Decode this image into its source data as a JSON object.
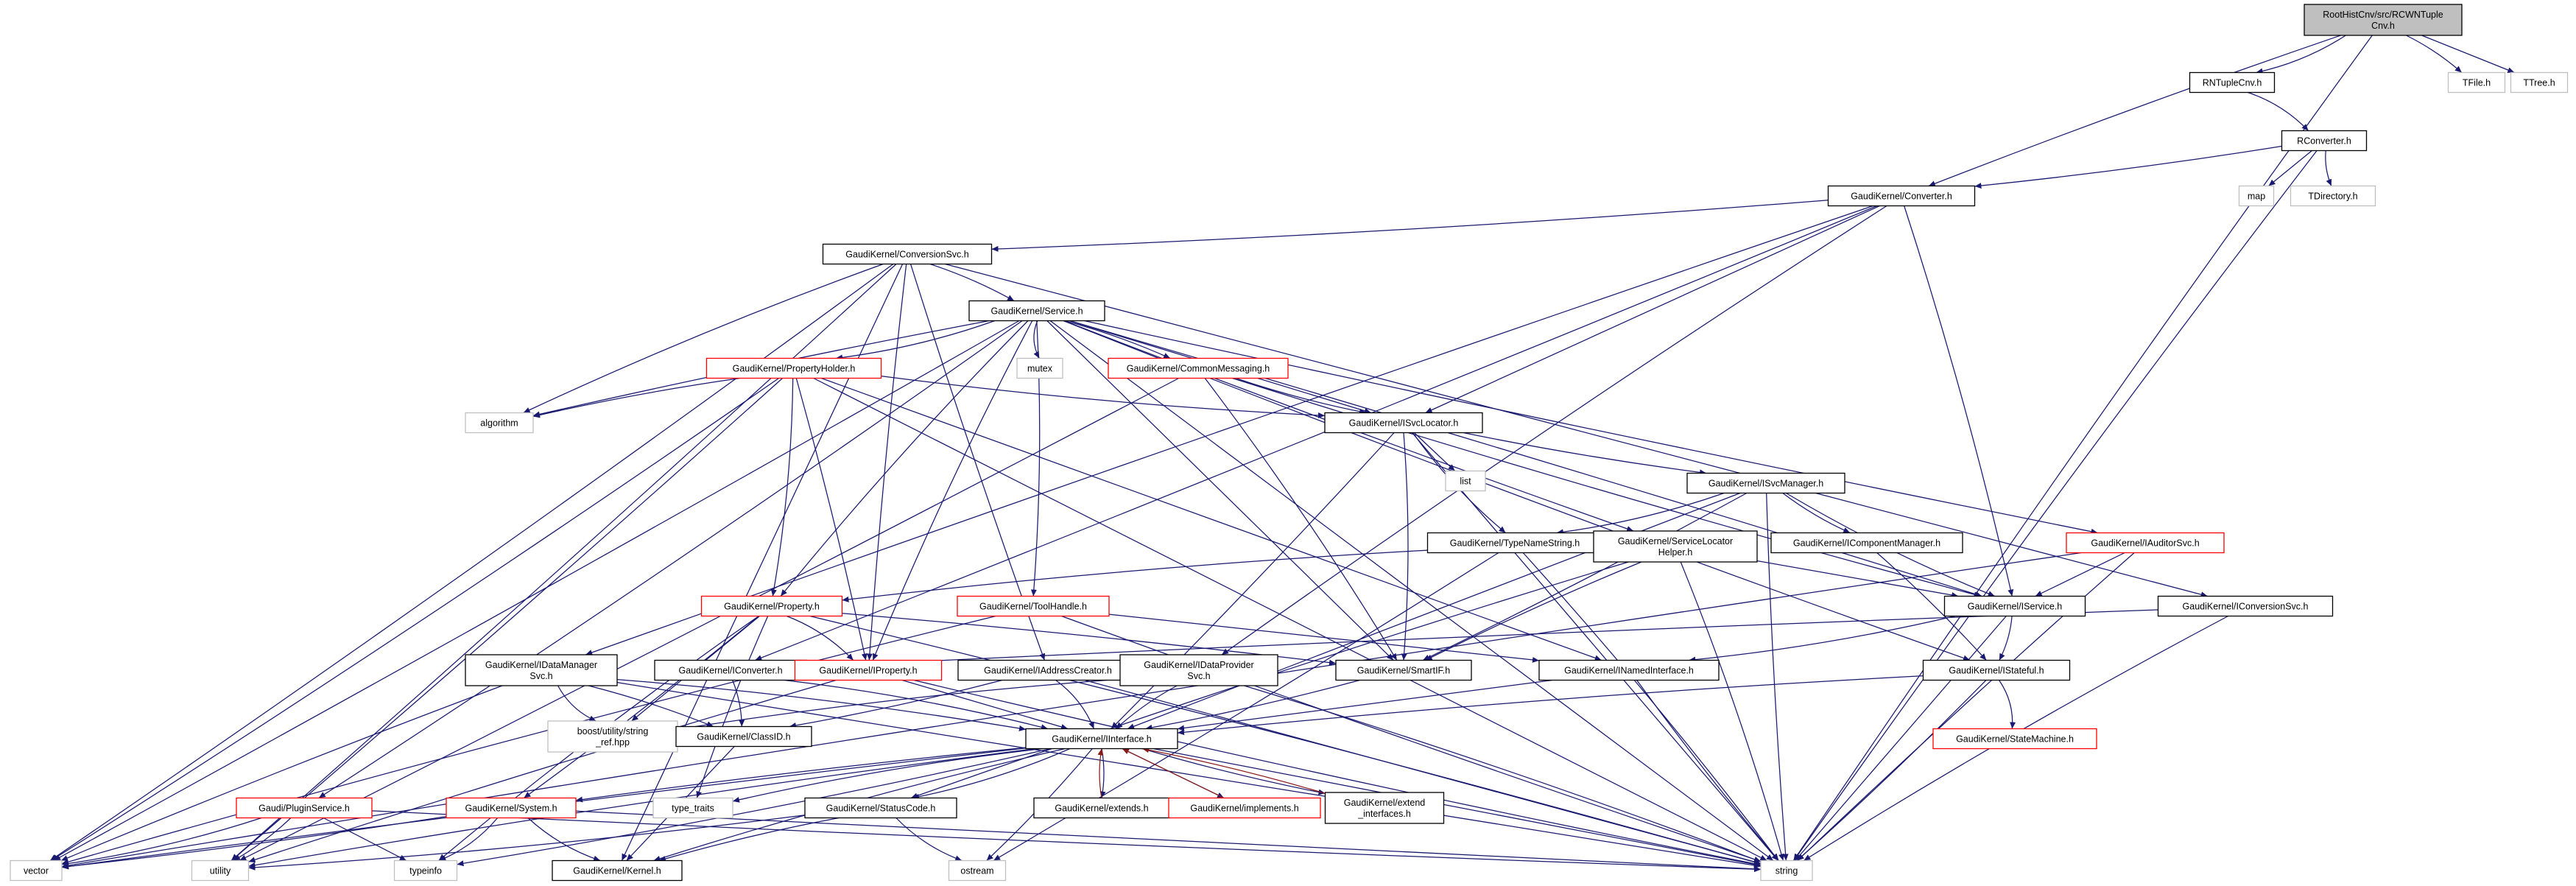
{
  "colors": {
    "background": "#ffffff",
    "edge_include": "#191970",
    "edge_inherit": "#8b1a1a",
    "node_border": "#000000",
    "node_border_truncated": "#ff0000",
    "node_border_external": "#bfbfbf",
    "node_fill_root": "#bfbfbf",
    "node_text": "#000000",
    "node_text_external": "#000000"
  },
  "nodes": [
    {
      "id": "root",
      "lines": [
        "RootHistCnv/src/RCWNTuple",
        "Cnv.h"
      ],
      "kind": "root"
    },
    {
      "id": "rntuple",
      "lines": [
        "RNTupleCnv.h"
      ],
      "kind": "normal"
    },
    {
      "id": "tfile",
      "lines": [
        "TFile.h"
      ],
      "kind": "external"
    },
    {
      "id": "ttree",
      "lines": [
        "TTree.h"
      ],
      "kind": "external"
    },
    {
      "id": "rconverter",
      "lines": [
        "RConverter.h"
      ],
      "kind": "normal"
    },
    {
      "id": "map",
      "lines": [
        "map"
      ],
      "kind": "external"
    },
    {
      "id": "tdirectory",
      "lines": [
        "TDirectory.h"
      ],
      "kind": "external"
    },
    {
      "id": "converter",
      "lines": [
        "GaudiKernel/Converter.h"
      ],
      "kind": "normal"
    },
    {
      "id": "conversionsvc",
      "lines": [
        "GaudiKernel/ConversionSvc.h"
      ],
      "kind": "normal"
    },
    {
      "id": "service",
      "lines": [
        "GaudiKernel/Service.h"
      ],
      "kind": "normal"
    },
    {
      "id": "mutex",
      "lines": [
        "mutex"
      ],
      "kind": "external"
    },
    {
      "id": "propertyholder",
      "lines": [
        "GaudiKernel/PropertyHolder.h"
      ],
      "kind": "truncated"
    },
    {
      "id": "commonmessaging",
      "lines": [
        "GaudiKernel/CommonMessaging.h"
      ],
      "kind": "truncated"
    },
    {
      "id": "algorithm",
      "lines": [
        "algorithm"
      ],
      "kind": "external"
    },
    {
      "id": "isvclocator",
      "lines": [
        "GaudiKernel/ISvcLocator.h"
      ],
      "kind": "normal"
    },
    {
      "id": "list",
      "lines": [
        "list"
      ],
      "kind": "external"
    },
    {
      "id": "isvcmanager",
      "lines": [
        "GaudiKernel/ISvcManager.h"
      ],
      "kind": "normal"
    },
    {
      "id": "typenamestring",
      "lines": [
        "GaudiKernel/TypeNameString.h"
      ],
      "kind": "normal"
    },
    {
      "id": "servicelocatorhelper",
      "lines": [
        "GaudiKernel/ServiceLocator",
        "Helper.h"
      ],
      "kind": "normal"
    },
    {
      "id": "icomponentmanager",
      "lines": [
        "GaudiKernel/IComponentManager.h"
      ],
      "kind": "normal"
    },
    {
      "id": "iauditorsvc",
      "lines": [
        "GaudiKernel/IAuditorSvc.h"
      ],
      "kind": "truncated"
    },
    {
      "id": "property",
      "lines": [
        "GaudiKernel/Property.h"
      ],
      "kind": "truncated"
    },
    {
      "id": "toolhandle",
      "lines": [
        "GaudiKernel/ToolHandle.h"
      ],
      "kind": "truncated"
    },
    {
      "id": "iservice",
      "lines": [
        "GaudiKernel/IService.h"
      ],
      "kind": "normal"
    },
    {
      "id": "iconversionsvc",
      "lines": [
        "GaudiKernel/IConversionSvc.h"
      ],
      "kind": "normal"
    },
    {
      "id": "idatamanagersvc",
      "lines": [
        "GaudiKernel/IDataManager",
        "Svc.h"
      ],
      "kind": "normal"
    },
    {
      "id": "iconverter",
      "lines": [
        "GaudiKernel/IConverter.h"
      ],
      "kind": "normal"
    },
    {
      "id": "iproperty",
      "lines": [
        "GaudiKernel/IProperty.h"
      ],
      "kind": "truncated"
    },
    {
      "id": "iaddresscreator",
      "lines": [
        "GaudiKernel/IAddressCreator.h"
      ],
      "kind": "normal"
    },
    {
      "id": "idataprovidersvc",
      "lines": [
        "GaudiKernel/IDataProvider",
        "Svc.h"
      ],
      "kind": "normal"
    },
    {
      "id": "smartif",
      "lines": [
        "GaudiKernel/SmartIF.h"
      ],
      "kind": "normal"
    },
    {
      "id": "inamedinterface",
      "lines": [
        "GaudiKernel/INamedInterface.h"
      ],
      "kind": "normal"
    },
    {
      "id": "istateful",
      "lines": [
        "GaudiKernel/IStateful.h"
      ],
      "kind": "normal"
    },
    {
      "id": "boostref",
      "lines": [
        "boost/utility/string",
        "_ref.hpp"
      ],
      "kind": "external"
    },
    {
      "id": "classid",
      "lines": [
        "GaudiKernel/ClassID.h"
      ],
      "kind": "normal"
    },
    {
      "id": "iinterface",
      "lines": [
        "GaudiKernel/IInterface.h"
      ],
      "kind": "normal"
    },
    {
      "id": "statemachine",
      "lines": [
        "GaudiKernel/StateMachine.h"
      ],
      "kind": "truncated"
    },
    {
      "id": "pluginservice",
      "lines": [
        "Gaudi/PluginService.h"
      ],
      "kind": "truncated"
    },
    {
      "id": "system",
      "lines": [
        "GaudiKernel/System.h"
      ],
      "kind": "truncated"
    },
    {
      "id": "typetraits",
      "lines": [
        "type_traits"
      ],
      "kind": "external"
    },
    {
      "id": "statuscode",
      "lines": [
        "GaudiKernel/StatusCode.h"
      ],
      "kind": "normal"
    },
    {
      "id": "extends",
      "lines": [
        "GaudiKernel/extends.h"
      ],
      "kind": "normal"
    },
    {
      "id": "implements",
      "lines": [
        "GaudiKernel/implements.h"
      ],
      "kind": "truncated"
    },
    {
      "id": "extendinterfaces",
      "lines": [
        "GaudiKernel/extend",
        "_interfaces.h"
      ],
      "kind": "normal"
    },
    {
      "id": "vector",
      "lines": [
        "vector"
      ],
      "kind": "external"
    },
    {
      "id": "utility",
      "lines": [
        "utility"
      ],
      "kind": "external"
    },
    {
      "id": "typeinfo",
      "lines": [
        "typeinfo"
      ],
      "kind": "external"
    },
    {
      "id": "kernel",
      "lines": [
        "GaudiKernel/Kernel.h"
      ],
      "kind": "normal"
    },
    {
      "id": "ostream",
      "lines": [
        "ostream"
      ],
      "kind": "external"
    },
    {
      "id": "string",
      "lines": [
        "string"
      ],
      "kind": "external"
    }
  ],
  "edges": [
    [
      "root",
      "rntuple"
    ],
    [
      "root",
      "tfile"
    ],
    [
      "root",
      "ttree"
    ],
    [
      "root",
      "converter"
    ],
    [
      "root",
      "string"
    ],
    [
      "rntuple",
      "rconverter"
    ],
    [
      "rconverter",
      "converter"
    ],
    [
      "rconverter",
      "map"
    ],
    [
      "rconverter",
      "tdirectory"
    ],
    [
      "rconverter",
      "string"
    ],
    [
      "converter",
      "conversionsvc"
    ],
    [
      "converter",
      "iconverter"
    ],
    [
      "converter",
      "isvclocator"
    ],
    [
      "converter",
      "idatamanagersvc"
    ],
    [
      "converter",
      "idataprovidersvc"
    ],
    [
      "converter",
      "iservice"
    ],
    [
      "conversionsvc",
      "service"
    ],
    [
      "conversionsvc",
      "iconversionsvc"
    ],
    [
      "conversionsvc",
      "iaddresscreator"
    ],
    [
      "conversionsvc",
      "algorithm"
    ],
    [
      "conversionsvc",
      "vector"
    ],
    [
      "conversionsvc",
      "utility"
    ],
    [
      "conversionsvc",
      "kernel"
    ],
    [
      "conversionsvc",
      "iproperty"
    ],
    [
      "service",
      "mutex"
    ],
    [
      "service",
      "propertyholder"
    ],
    [
      "service",
      "commonmessaging"
    ],
    [
      "service",
      "isvclocator"
    ],
    [
      "service",
      "iauditorsvc"
    ],
    [
      "service",
      "property"
    ],
    [
      "service",
      "toolhandle"
    ],
    [
      "service",
      "iservice"
    ],
    [
      "service",
      "smartif"
    ],
    [
      "service",
      "servicelocatorhelper"
    ],
    [
      "service",
      "istateful"
    ],
    [
      "service",
      "pluginservice"
    ],
    [
      "service",
      "vector"
    ],
    [
      "service",
      "string"
    ],
    [
      "service",
      "algorithm"
    ],
    [
      "service",
      "iproperty"
    ],
    [
      "propertyholder",
      "property"
    ],
    [
      "propertyholder",
      "iproperty"
    ],
    [
      "propertyholder",
      "inamedinterface"
    ],
    [
      "propertyholder",
      "algorithm"
    ],
    [
      "propertyholder",
      "isvclocator"
    ],
    [
      "propertyholder",
      "vector"
    ],
    [
      "propertyholder",
      "utility"
    ],
    [
      "propertyholder",
      "string"
    ],
    [
      "commonmessaging",
      "isvclocator"
    ],
    [
      "commonmessaging",
      "iservice"
    ],
    [
      "commonmessaging",
      "smartif"
    ],
    [
      "commonmessaging",
      "utility"
    ],
    [
      "isvclocator",
      "list"
    ],
    [
      "isvclocator",
      "isvcmanager"
    ],
    [
      "isvclocator",
      "typenamestring"
    ],
    [
      "isvclocator",
      "smartif"
    ],
    [
      "isvclocator",
      "iinterface"
    ],
    [
      "isvclocator",
      "string"
    ],
    [
      "isvcmanager",
      "icomponentmanager"
    ],
    [
      "isvcmanager",
      "iservice"
    ],
    [
      "isvcmanager",
      "typenamestring"
    ],
    [
      "isvcmanager",
      "smartif"
    ],
    [
      "isvcmanager",
      "iinterface"
    ],
    [
      "isvcmanager",
      "string"
    ],
    [
      "typenamestring",
      "property"
    ],
    [
      "typenamestring",
      "string"
    ],
    [
      "typenamestring",
      "ostream"
    ],
    [
      "servicelocatorhelper",
      "iservice"
    ],
    [
      "servicelocatorhelper",
      "smartif"
    ],
    [
      "servicelocatorhelper",
      "statuscode"
    ],
    [
      "servicelocatorhelper",
      "string"
    ],
    [
      "icomponentmanager",
      "istateful"
    ],
    [
      "iauditorsvc",
      "iservice"
    ],
    [
      "iauditorsvc",
      "string"
    ],
    [
      "iauditorsvc",
      "vector"
    ],
    [
      "property",
      "iproperty"
    ],
    [
      "property",
      "smartif"
    ],
    [
      "property",
      "boostref"
    ],
    [
      "property",
      "typetraits"
    ],
    [
      "property",
      "typeinfo"
    ],
    [
      "property",
      "string"
    ],
    [
      "property",
      "system"
    ],
    [
      "toolhandle",
      "inamedinterface"
    ],
    [
      "toolhandle",
      "string"
    ],
    [
      "toolhandle",
      "vector"
    ],
    [
      "iservice",
      "inamedinterface"
    ],
    [
      "iservice",
      "istateful"
    ],
    [
      "iservice",
      "string"
    ],
    [
      "iconversionsvc",
      "iconverter"
    ],
    [
      "iconversionsvc",
      "string"
    ],
    [
      "idatamanagersvc",
      "iinterface"
    ],
    [
      "idatamanagersvc",
      "classid"
    ],
    [
      "idatamanagersvc",
      "string"
    ],
    [
      "idatamanagersvc",
      "vector"
    ],
    [
      "idatamanagersvc",
      "boostref"
    ],
    [
      "iconverter",
      "iinterface"
    ],
    [
      "iconverter",
      "classid"
    ],
    [
      "iproperty",
      "iinterface"
    ],
    [
      "iproperty",
      "utility"
    ],
    [
      "iproperty",
      "string"
    ],
    [
      "iaddresscreator",
      "iinterface"
    ],
    [
      "iaddresscreator",
      "classid"
    ],
    [
      "iaddresscreator",
      "string"
    ],
    [
      "idataprovidersvc",
      "iinterface"
    ],
    [
      "idataprovidersvc",
      "boostref"
    ],
    [
      "idataprovidersvc",
      "string"
    ],
    [
      "smartif",
      "iinterface"
    ],
    [
      "inamedinterface",
      "iinterface"
    ],
    [
      "inamedinterface",
      "string"
    ],
    [
      "istateful",
      "iinterface"
    ],
    [
      "istateful",
      "statemachine"
    ],
    [
      "istateful",
      "string"
    ],
    [
      "classid",
      "kernel"
    ],
    [
      "iinterface",
      "system"
    ],
    [
      "iinterface",
      "typetraits"
    ],
    [
      "iinterface",
      "statuscode"
    ],
    [
      "iinterface",
      "extends"
    ],
    [
      "iinterface",
      "implements"
    ],
    [
      "iinterface",
      "extendinterfaces"
    ],
    [
      "iinterface",
      "kernel"
    ],
    [
      "iinterface",
      "typeinfo"
    ],
    [
      "iinterface",
      "ostream"
    ],
    [
      "iinterface",
      "string"
    ],
    [
      "iinterface",
      "vector"
    ],
    [
      "iinterface",
      "utility"
    ],
    [
      "pluginservice",
      "vector"
    ],
    [
      "pluginservice",
      "utility"
    ],
    [
      "pluginservice",
      "typeinfo"
    ],
    [
      "pluginservice",
      "string"
    ],
    [
      "system",
      "kernel"
    ],
    [
      "system",
      "typeinfo"
    ],
    [
      "system",
      "vector"
    ],
    [
      "system",
      "string"
    ],
    [
      "statuscode",
      "kernel"
    ],
    [
      "statuscode",
      "ostream"
    ],
    [
      "statuscode",
      "utility"
    ],
    [
      "extends",
      "iinterface"
    ],
    [
      "implements",
      "iinterface"
    ],
    [
      "extendinterfaces",
      "iinterface"
    ]
  ]
}
